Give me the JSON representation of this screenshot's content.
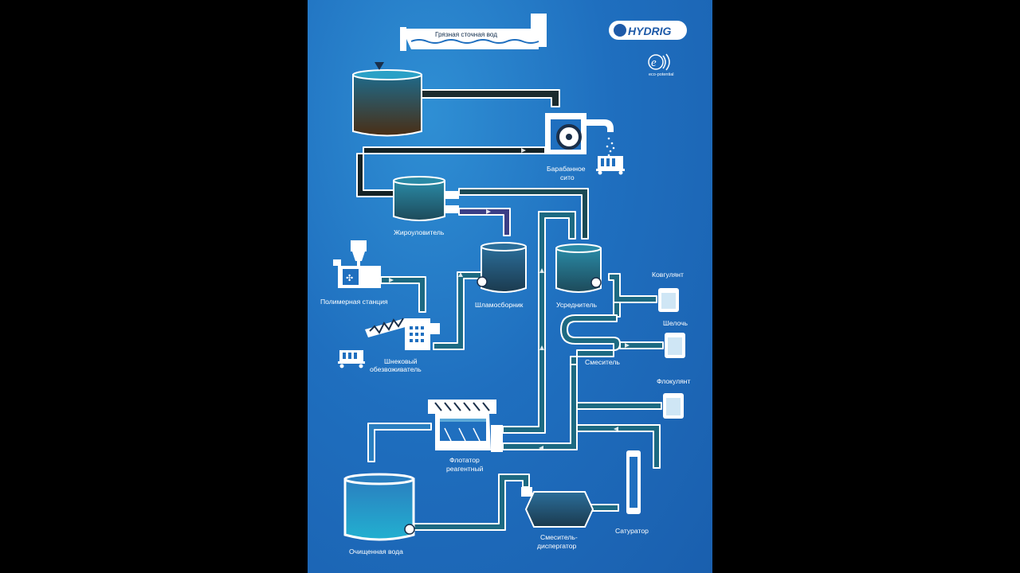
{
  "brand": {
    "logo_text": "HYDRIG",
    "eco_mark": "e",
    "eco_caption": "eco-potential"
  },
  "colors": {
    "background": "#1f6fbf",
    "pipe_outline": "#ffffff",
    "dirty_water": "#3a2a1a",
    "clean_water": "#1d8fb5",
    "sludge": "#2a3d7a",
    "logo_blue": "#1e5aa8"
  },
  "labels": {
    "inlet": "Грязная сточная вод",
    "drum_screen": [
      "Барабанное",
      "сито"
    ],
    "grease_trap": "Жироуловитель",
    "sludge_collector": "Шламосборник",
    "equalizer": "Усреднитель",
    "coagulant": "Ковгулянт",
    "alkali": "Шелочь",
    "mixer": "Смеситель",
    "flocculant": "Флокулянт",
    "polymer_station": "Полимерная станция",
    "screw_dewaterer": [
      "Шнековый",
      "обезвоживатель"
    ],
    "flotator": [
      "Флотатор",
      "реагентный"
    ],
    "clean_water": "Очищенная вода",
    "mixer_disperser": [
      "Смеситель-",
      "диспергатор"
    ],
    "saturator": "Сатуратор"
  }
}
